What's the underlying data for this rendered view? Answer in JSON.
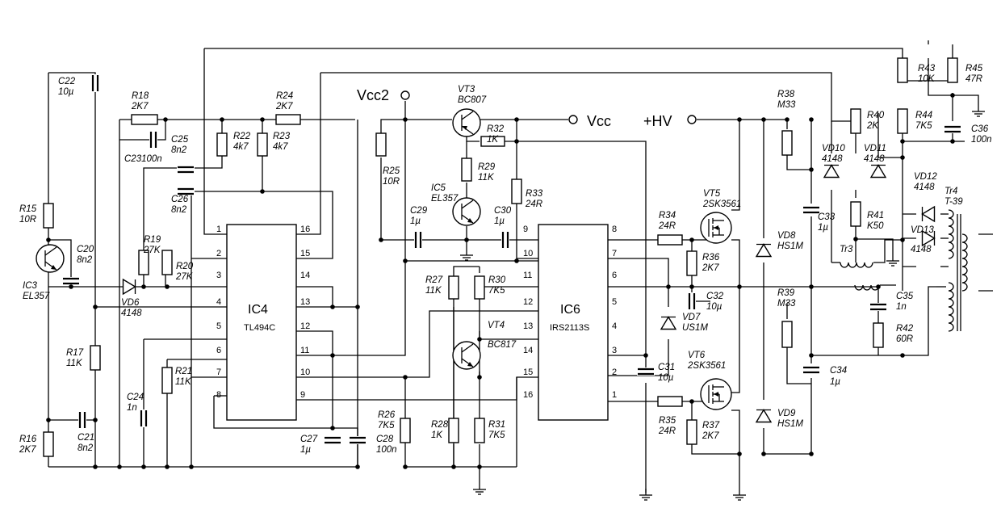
{
  "rails": {
    "vcc2": "Vcc2",
    "vcc": "Vcc",
    "hv": "+HV"
  },
  "ic4": {
    "ref": "IC4",
    "part": "TL494C",
    "left_pins": [
      "1",
      "2",
      "3",
      "4",
      "5",
      "6",
      "7",
      "8"
    ],
    "right_pins": [
      "16",
      "15",
      "14",
      "13",
      "12",
      "11",
      "10",
      "9"
    ]
  },
  "ic6": {
    "ref": "IC6",
    "part": "IRS2113S",
    "left_pins": [
      "9",
      "10",
      "11",
      "12",
      "13",
      "14",
      "15",
      "16"
    ],
    "right_pins": [
      "8",
      "7",
      "6",
      "5",
      "4",
      "3",
      "2",
      "1"
    ]
  },
  "labels": [
    {
      "id": "c22",
      "lines": [
        "C22",
        "10µ"
      ]
    },
    {
      "id": "r18",
      "lines": [
        "R18",
        "2K7"
      ]
    },
    {
      "id": "r24",
      "lines": [
        "R24",
        "2K7"
      ]
    },
    {
      "id": "c25",
      "lines": [
        "C25",
        "8n2"
      ]
    },
    {
      "id": "c23",
      "lines": [
        "C23100n"
      ]
    },
    {
      "id": "r22",
      "lines": [
        "R22",
        "4k7"
      ]
    },
    {
      "id": "r23",
      "lines": [
        "R23",
        "4k7"
      ]
    },
    {
      "id": "c26",
      "lines": [
        "C26",
        "8n2"
      ]
    },
    {
      "id": "r19",
      "lines": [
        "R19",
        "27K"
      ]
    },
    {
      "id": "r20",
      "lines": [
        "R20",
        "27K"
      ]
    },
    {
      "id": "r15",
      "lines": [
        "R15",
        "10R"
      ]
    },
    {
      "id": "c20",
      "lines": [
        "C20",
        "8n2"
      ]
    },
    {
      "id": "ic3",
      "lines": [
        "IC3",
        "EL357"
      ]
    },
    {
      "id": "vd6",
      "lines": [
        "VD6",
        "4148"
      ]
    },
    {
      "id": "r17",
      "lines": [
        "R17",
        "11K"
      ]
    },
    {
      "id": "c24",
      "lines": [
        "C24",
        "1n"
      ]
    },
    {
      "id": "r21",
      "lines": [
        "R21",
        "11K"
      ]
    },
    {
      "id": "r16",
      "lines": [
        "R16",
        "2K7"
      ]
    },
    {
      "id": "c21",
      "lines": [
        "C21",
        "8n2"
      ]
    },
    {
      "id": "c27",
      "lines": [
        "C27",
        "1µ"
      ]
    },
    {
      "id": "c28",
      "lines": [
        "C28",
        "100n"
      ]
    },
    {
      "id": "r25",
      "lines": [
        "R25",
        "10R"
      ]
    },
    {
      "id": "vt3",
      "lines": [
        "VT3",
        "BC807"
      ]
    },
    {
      "id": "r32",
      "lines": [
        "R32",
        "1K"
      ]
    },
    {
      "id": "r29",
      "lines": [
        "R29",
        "11K"
      ]
    },
    {
      "id": "ic5",
      "lines": [
        "IC5",
        "EL357"
      ]
    },
    {
      "id": "r33",
      "lines": [
        "R33",
        "24R"
      ]
    },
    {
      "id": "c29",
      "lines": [
        "C29",
        "1µ"
      ]
    },
    {
      "id": "c30",
      "lines": [
        "C30",
        "1µ"
      ]
    },
    {
      "id": "r27",
      "lines": [
        "R27",
        "11K"
      ]
    },
    {
      "id": "r30",
      "lines": [
        "R30",
        "7K5"
      ]
    },
    {
      "id": "vt4",
      "lines": [
        "VT4"
      ]
    },
    {
      "id": "bc817",
      "lines": [
        "BC817"
      ]
    },
    {
      "id": "r26",
      "lines": [
        "R26",
        "7K5"
      ]
    },
    {
      "id": "r28",
      "lines": [
        "R28",
        "1K"
      ]
    },
    {
      "id": "r31",
      "lines": [
        "R31",
        "7K5"
      ]
    },
    {
      "id": "r34",
      "lines": [
        "R34",
        "24R"
      ]
    },
    {
      "id": "r36",
      "lines": [
        "R36",
        "2K7"
      ]
    },
    {
      "id": "vt5",
      "lines": [
        "VT5",
        "2SK3561"
      ]
    },
    {
      "id": "c32",
      "lines": [
        "C32",
        "10µ"
      ]
    },
    {
      "id": "vd7",
      "lines": [
        "VD7",
        "US1M"
      ]
    },
    {
      "id": "c31",
      "lines": [
        "C31",
        "10µ"
      ]
    },
    {
      "id": "vt6",
      "lines": [
        "VT6",
        "2SK3561"
      ]
    },
    {
      "id": "r35",
      "lines": [
        "R35",
        "24R"
      ]
    },
    {
      "id": "r37",
      "lines": [
        "R37",
        "2K7"
      ]
    },
    {
      "id": "r38",
      "lines": [
        "R38",
        "M33"
      ]
    },
    {
      "id": "vd8",
      "lines": [
        "VD8",
        "HS1M"
      ]
    },
    {
      "id": "c33",
      "lines": [
        "C33",
        "1µ"
      ]
    },
    {
      "id": "r39",
      "lines": [
        "R39",
        "M33"
      ]
    },
    {
      "id": "c34",
      "lines": [
        "C34",
        "",
        "1µ"
      ]
    },
    {
      "id": "vd9",
      "lines": [
        "VD9",
        "HS1M"
      ]
    },
    {
      "id": "r43",
      "lines": [
        "R43",
        "10K"
      ]
    },
    {
      "id": "r45",
      "lines": [
        "R45",
        "47R"
      ]
    },
    {
      "id": "r40",
      "lines": [
        "R40",
        "2K"
      ]
    },
    {
      "id": "r44",
      "lines": [
        "R44",
        "7K5"
      ]
    },
    {
      "id": "c36",
      "lines": [
        "C36",
        "100n"
      ]
    },
    {
      "id": "vd10",
      "lines": [
        "VD10",
        "4148"
      ]
    },
    {
      "id": "vd11",
      "lines": [
        "VD11",
        "4148"
      ]
    },
    {
      "id": "r41",
      "lines": [
        "R41",
        "K50"
      ]
    },
    {
      "id": "tr3",
      "lines": [
        "Tr3"
      ]
    },
    {
      "id": "vd12",
      "lines": [
        "VD12",
        "4148"
      ]
    },
    {
      "id": "tr4",
      "lines": [
        "Tr4",
        "T-39"
      ]
    },
    {
      "id": "vd13",
      "lines": [
        "VD13"
      ]
    },
    {
      "id": "vd13b",
      "lines": [
        "4148"
      ]
    },
    {
      "id": "c35",
      "lines": [
        "C35",
        "1n"
      ]
    },
    {
      "id": "r42",
      "lines": [
        "R42",
        "60R"
      ]
    }
  ]
}
